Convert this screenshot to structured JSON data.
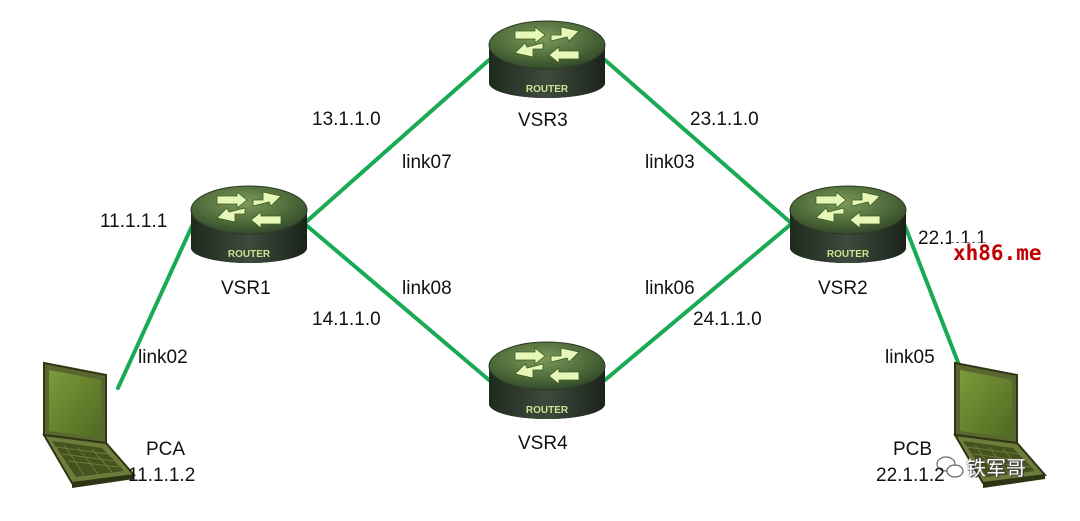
{
  "diagram": {
    "nodes": {
      "vsr1": {
        "name": "VSR1",
        "badge": "ROUTER"
      },
      "vsr2": {
        "name": "VSR2",
        "badge": "ROUTER"
      },
      "vsr3": {
        "name": "VSR3",
        "badge": "ROUTER"
      },
      "vsr4": {
        "name": "VSR4",
        "badge": "ROUTER"
      },
      "pca": {
        "name": "PCA",
        "ip": "11.1.1.2"
      },
      "pcb": {
        "name": "PCB",
        "ip": "22.1.1.2"
      }
    },
    "links": {
      "link02": {
        "name": "link02",
        "network": "11.1.1.1"
      },
      "link07": {
        "name": "link07",
        "network": "13.1.1.0"
      },
      "link08": {
        "name": "link08",
        "network": "14.1.1.0"
      },
      "link03": {
        "name": "link03",
        "network": "23.1.1.0"
      },
      "link06": {
        "name": "link06",
        "network": "24.1.1.0"
      },
      "link05": {
        "name": "link05",
        "network": "22.1.1.1"
      }
    },
    "link_color": "#1aaa55"
  },
  "watermarks": {
    "site": "xh86.me",
    "wechat": "铁军哥"
  }
}
